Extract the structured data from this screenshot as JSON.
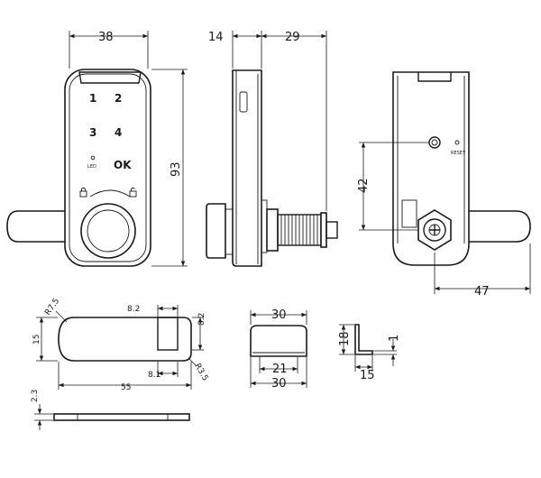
{
  "front_view": {
    "keys": [
      "1",
      "2",
      "3",
      "4",
      "OK"
    ],
    "led_label": "LED",
    "dim_width": "38",
    "dim_height": "93"
  },
  "side_view": {
    "dim_a": "14",
    "dim_b": "29"
  },
  "back_view": {
    "reset_label": "RESET",
    "dim_height": "42",
    "dim_width": "47"
  },
  "cam_plate": {
    "radius_left": "R7.5",
    "height": "15",
    "length": "55",
    "slot_width": "8.2",
    "slot_height": "8.2",
    "slot_offset": "8.1",
    "radius_corner": "R3.5"
  },
  "cam_thickness": {
    "value": "2.3"
  },
  "bracket_cover": {
    "top": "30",
    "inner": "21",
    "bottom": "30"
  },
  "l_bracket": {
    "height": "18",
    "width": "15",
    "thickness": "1"
  }
}
